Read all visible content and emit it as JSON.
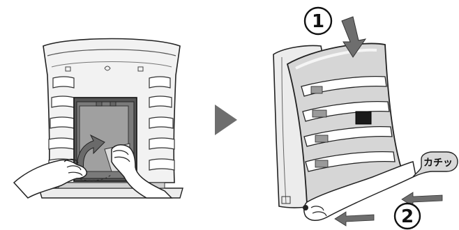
{
  "steps": {
    "one": "1",
    "two": "2"
  },
  "callout": {
    "sound": "カチッ"
  },
  "colors": {
    "line": "#222222",
    "panel_light": "#e6e6e6",
    "panel_mid": "#cfcfcf",
    "panel_dark": "#8c8c8c",
    "filter_gray": "#9a9a9a",
    "arrow_gray": "#6e6e6e",
    "callout_fill": "#d8d8d8"
  },
  "icons": {
    "rotate_arrow": "curved-rotate-arrow-icon",
    "next_step": "play-triangle-icon",
    "push_direction": "push-arrow-icon"
  }
}
